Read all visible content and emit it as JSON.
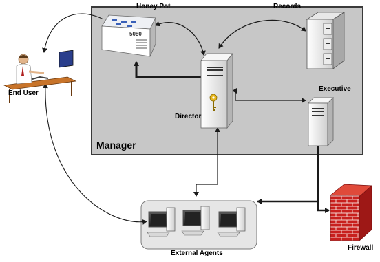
{
  "diagram": {
    "labels": {
      "honey_pot": "Honey Pot",
      "honey_pot_box_text": "5080",
      "records": "Records",
      "end_user": "End User",
      "director": "Director",
      "executive": "Executive",
      "manager": "Manager",
      "external_agents": "External Agents",
      "firewall": "Firewall"
    },
    "colors": {
      "manager_fill": "#c7c7c7",
      "manager_border": "#3a3a3a",
      "agents_fill": "#e6e6e6",
      "firewall_brick": "#c8201e",
      "key_gold": "#e8b820",
      "arrow": "#1a1a1a",
      "server_body": "#f2f2f2"
    },
    "icons": [
      "honey-pot-server-icon",
      "records-cabinet-icon",
      "end-user-icon",
      "director-server-icon",
      "key-icon",
      "executive-server-icon",
      "desktop-computer-icon",
      "firewall-icon"
    ]
  }
}
